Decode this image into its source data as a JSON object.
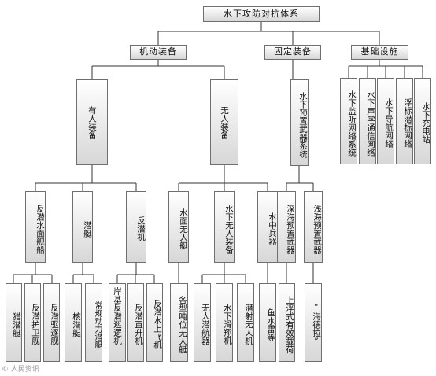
{
  "root": "水下攻防对抗体系",
  "level1": {
    "mobile": "机动装备",
    "fixed": "固定装备",
    "infra": "基础设施"
  },
  "level2": {
    "manned": "有人装备",
    "unmanned": "无人装备",
    "fixed_weapons": "水下预置武器系统",
    "infra_items": [
      "水下监听网络系统",
      "水下声学通信网络",
      "水下导航网络",
      "浮标潜标网络",
      "水下充电站"
    ]
  },
  "level3": {
    "manned": [
      "反潜水面舰船",
      "潜艇",
      "反潜机"
    ],
    "unmanned": [
      "水面无人艇",
      "水下无人装备",
      "水中兵器"
    ],
    "fixed": [
      "深海预置武器",
      "浅海预置武器"
    ]
  },
  "level4": {
    "ships": [
      "猎潜艇",
      "反潜护卫舰",
      "反潜驱逐舰"
    ],
    "subs": [
      "核潜艇",
      "常规动力潜艇"
    ],
    "aircraft": [
      "岸基反潜巡逻机",
      "反潜直升机",
      "反潜水上飞机"
    ],
    "usv": "各型吨位无人艇",
    "uuv": [
      "无人潜航器",
      "水下滑翔机",
      "潜射无人机"
    ],
    "weapons": "鱼水雷等",
    "deep": "上浮式有效载荷",
    "shallow": "“海德拉”"
  },
  "watermark": "© 人民资讯"
}
